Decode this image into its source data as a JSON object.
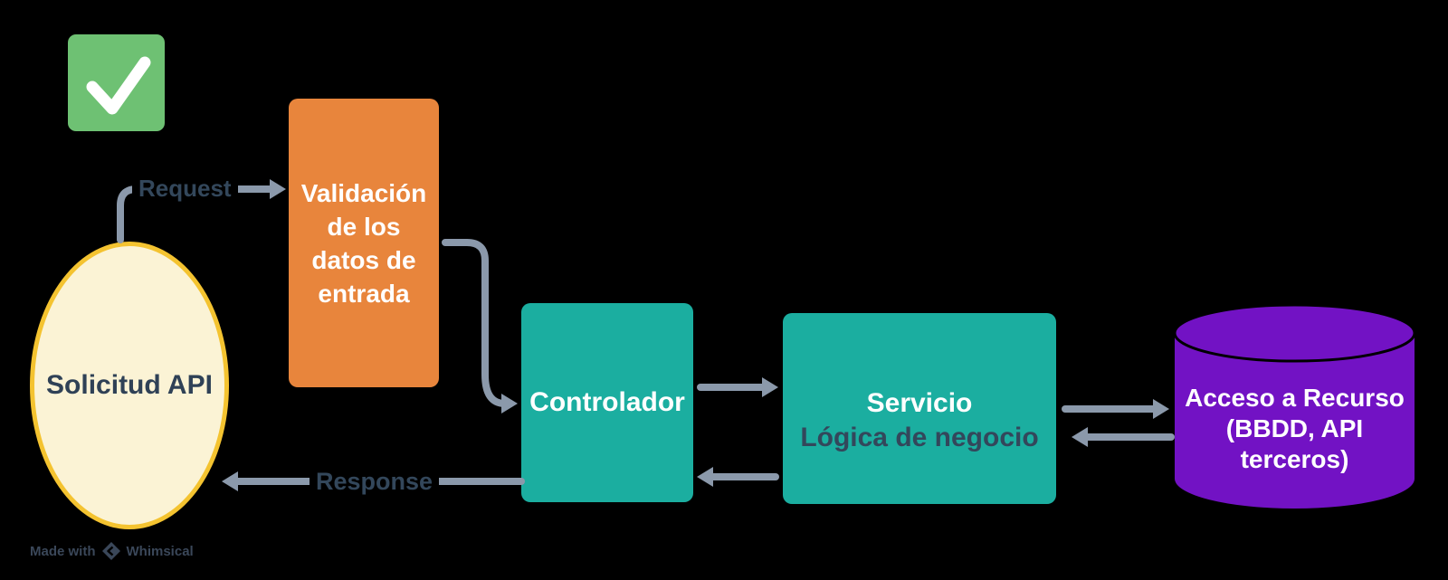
{
  "diagram": {
    "nodes": {
      "success_check": {
        "shape": "rounded-square",
        "fill": "#6EC173",
        "icon": "checkmark-icon"
      },
      "solicitud_api": {
        "label": "Solicitud API",
        "shape": "ellipse",
        "fill": "#FBF3D5",
        "border": "#F4C330"
      },
      "validacion": {
        "lines": [
          "Validación",
          "de los",
          "datos de",
          "entrada"
        ],
        "shape": "rectangle",
        "fill": "#E8853C"
      },
      "controlador": {
        "label": "Controlador",
        "shape": "rectangle",
        "fill": "#1BAEA0"
      },
      "servicio": {
        "title": "Servicio",
        "subtitle": "Lógica de negocio",
        "shape": "rectangle",
        "fill": "#1BAEA0"
      },
      "acceso_recurso": {
        "lines": [
          "Acceso a Recurso",
          "(BBDD, API",
          "terceros)"
        ],
        "shape": "cylinder",
        "fill": "#7212C4"
      }
    },
    "edges": {
      "request": {
        "label": "Request"
      },
      "response": {
        "label": "Response"
      }
    },
    "colors": {
      "background": "#000000",
      "connector": "#8B99AB",
      "label_text": "#33475B"
    }
  },
  "watermark": {
    "prefix": "Made with",
    "brand": "Whimsical"
  }
}
